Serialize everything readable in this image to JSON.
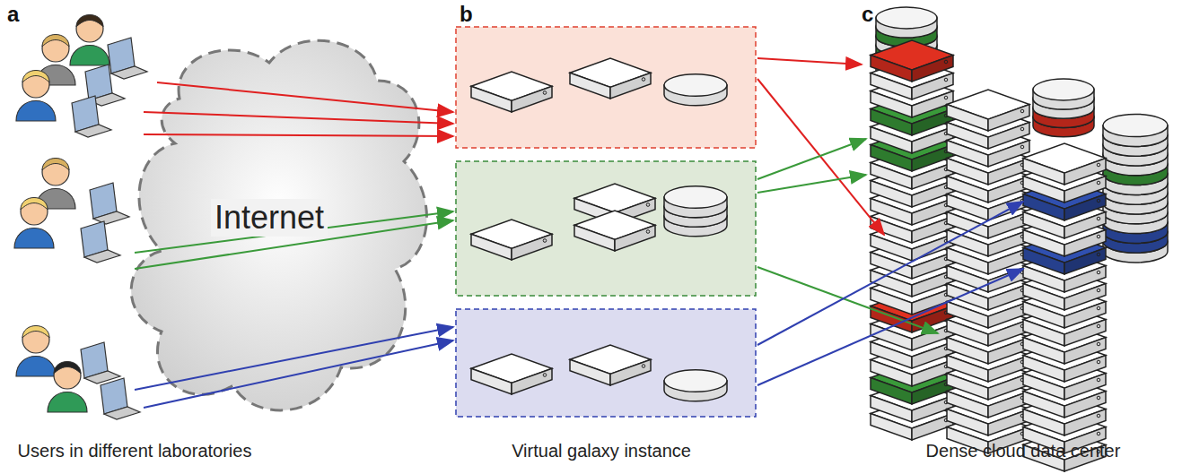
{
  "diagram": {
    "nodes": [
      {
        "text": [
          "Internet"
        ]
      }
    ],
    "labels": [
      "a",
      "b",
      "c",
      "Users in different laboratories",
      "Virtual galaxy instance",
      "Dense cloud data center"
    ]
  }
}
